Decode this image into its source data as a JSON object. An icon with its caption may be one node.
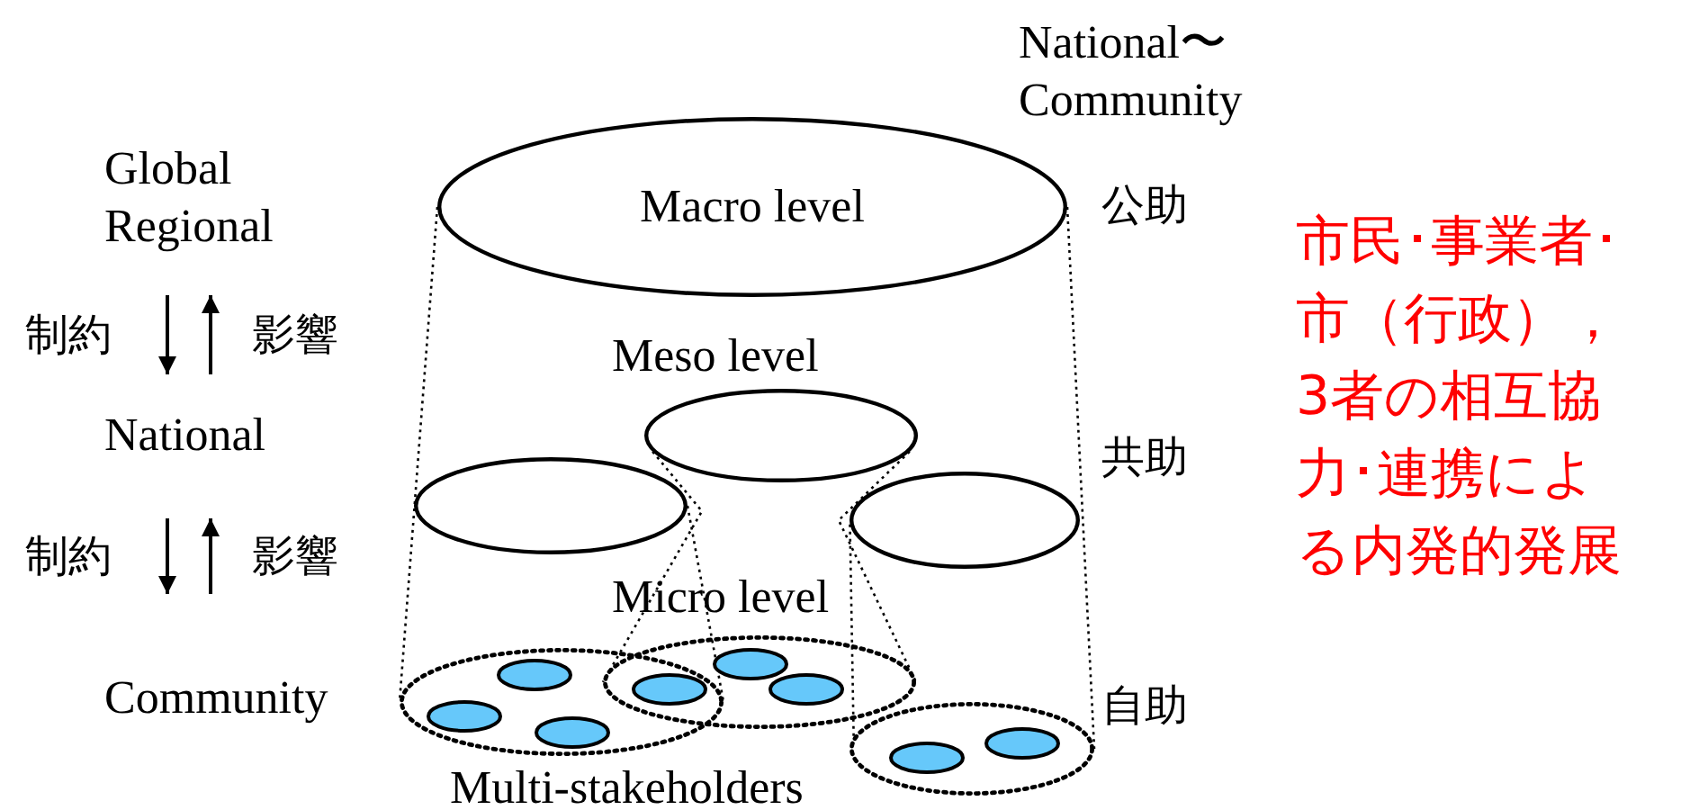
{
  "diagram": {
    "nodes": [
      {
        "text": [
          "Global Regional"
        ]
      },
      {
        "text": [
          "National"
        ]
      },
      {
        "text": [
          "Community"
        ]
      },
      {
        "text": [
          "Macro level"
        ]
      },
      {
        "text": [],
        "shape": "ellipse"
      },
      {
        "text": [],
        "shape": "ellipse"
      },
      {
        "text": [],
        "shape": "ellipse"
      },
      {
        "text": [],
        "shape": "ellipse"
      },
      {
        "text": [],
        "shape": "ellipse"
      },
      {
        "text": [],
        "shape": "ellipse"
      },
      {
        "text": [],
        "shape": "ellipse",
        "in": 7
      },
      {
        "text": [],
        "shape": "ellipse",
        "in": 7
      },
      {
        "text": [],
        "shape": "ellipse",
        "in": 7
      },
      {
        "text": [],
        "shape": "ellipse"
      },
      {
        "text": [],
        "shape": "ellipse",
        "in": 8
      },
      {
        "text": [],
        "shape": "ellipse",
        "in": 8
      },
      {
        "text": [],
        "shape": "ellipse",
        "in": 9
      },
      {
        "text": [],
        "shape": "ellipse",
        "in": 9
      }
    ],
    "edges": [
      {
        "from": 0,
        "to": 1,
        "arrow": "to",
        "label": "制約"
      },
      {
        "from": 1,
        "to": 0,
        "arrow": "to",
        "label": "影響"
      },
      {
        "from": 1,
        "to": 2,
        "arrow": "to",
        "label": "制約"
      },
      {
        "from": 2,
        "to": 1,
        "arrow": "to",
        "label": "影響"
      },
      {
        "from": 3,
        "to": 7,
        "arrow": "none",
        "style": "dashed"
      },
      {
        "from": 3,
        "to": 9,
        "arrow": "none",
        "style": "dashed"
      },
      {
        "from": 4,
        "to": 7,
        "arrow": "none",
        "style": "dashed"
      },
      {
        "from": 5,
        "to": 8,
        "arrow": "none",
        "style": "dashed"
      },
      {
        "from": 5,
        "to": 8,
        "arrow": "none",
        "style": "dashed"
      },
      {
        "from": 6,
        "to": 9,
        "arrow": "none",
        "style": "dashed"
      }
    ],
    "labels": [
      "National〜 Community",
      "公助",
      "市民･事業者･市（行政），3者の相互協力･連携による内発的発展",
      "Meso level",
      "共助",
      "Micro level",
      "自助",
      "Multi-stakeholders"
    ]
  }
}
